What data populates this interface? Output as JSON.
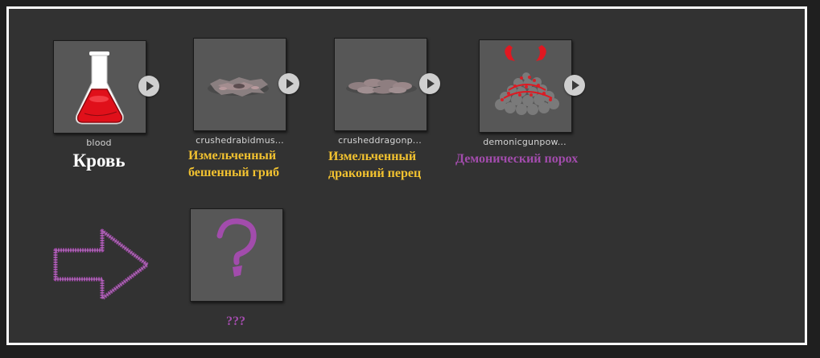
{
  "colors": {
    "background": "#323232",
    "tile": "#575757",
    "border": "#fbfbfb",
    "white_caption": "#ffffff",
    "yellow_caption": "#f2c230",
    "purple_caption": "#a24cac"
  },
  "items": [
    {
      "filename": "blood",
      "caption": "Кровь",
      "icon": "potion-flask-icon"
    },
    {
      "filename": "crushedrabidmus...",
      "caption_line1": "Измельченный",
      "caption_line2": "бешенный гриб",
      "icon": "crushed-mushroom-icon"
    },
    {
      "filename": "crusheddragonp...",
      "caption_line1": "Измельченный",
      "caption_line2": "драконий перец",
      "icon": "crushed-pepper-icon"
    },
    {
      "filename": "demonicgunpow...",
      "caption": "Демонический порох",
      "icon": "demonic-gunpowder-icon"
    }
  ],
  "result": {
    "caption": "???",
    "icon": "question-mark-icon"
  },
  "arrow_icon": "right-arrow-icon"
}
